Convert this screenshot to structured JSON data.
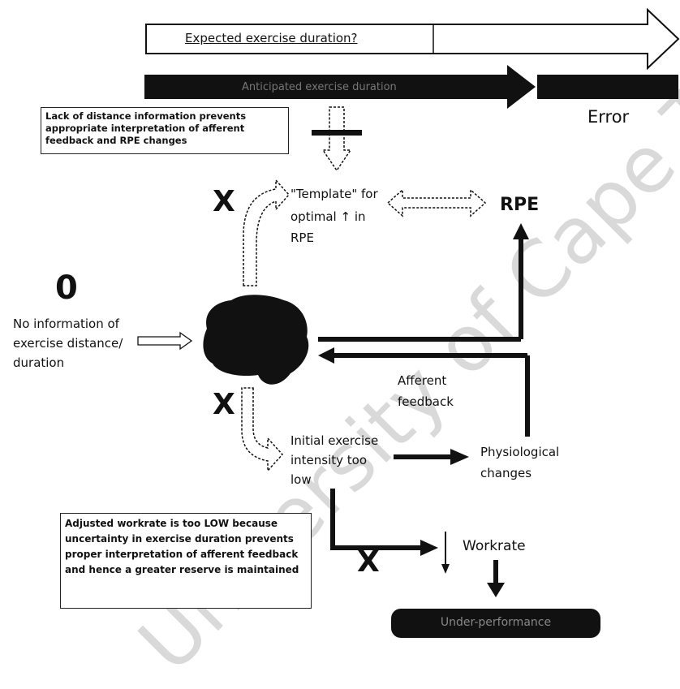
{
  "expected_duration_label": "Expected exercise duration?",
  "anticipated_duration_label": "Anticipated exercise duration",
  "error_label": "Error",
  "lack_info_box": "Lack of distance information prevents appropriate interpretation of afferent feedback and RPE changes",
  "template_label_1": "\"Template\" for",
  "template_label_2": "optimal ↑ in",
  "template_label_3": "RPE",
  "rpe_label": "RPE",
  "x_top": "X",
  "zero_label": "0",
  "no_info_1": "No information of",
  "no_info_2": "exercise distance/",
  "no_info_3": "duration",
  "afferent_1": "Afferent",
  "afferent_2": "feedback",
  "x_mid": "X",
  "initial_1": "Initial exercise",
  "initial_2": "intensity too",
  "initial_3": "low",
  "physio_1": "Physiological",
  "physio_2": "changes",
  "adjusted_box": "Adjusted workrate is too LOW because uncertainty in exercise duration prevents proper interpretation of afferent feedback and hence a greater reserve is maintained",
  "x_bottom": "X",
  "workrate_label": "Workrate",
  "bottom_pill": "Under-performance",
  "watermark": "University of Cape Town"
}
